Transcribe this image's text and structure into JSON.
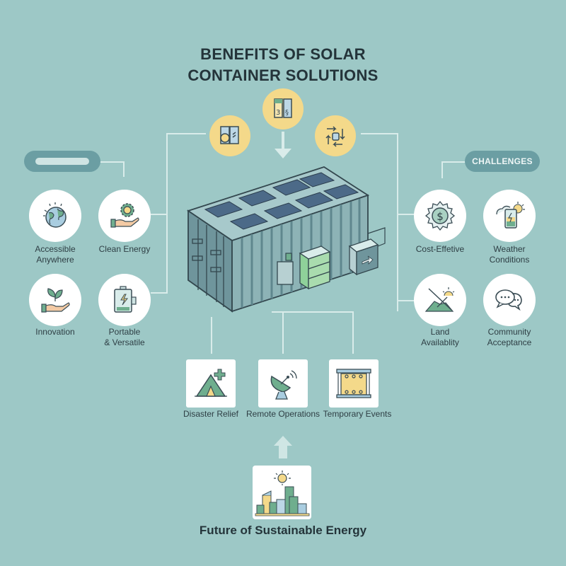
{
  "title": {
    "line1": "BENEFITS OF SOLAR",
    "line2": "CONTAINER SOLUTIONS"
  },
  "colors": {
    "background": "#9dc8c6",
    "accent_yellow": "#f4d98a",
    "pill": "#6b9ea3",
    "connector": "#d9ecea",
    "icon_green": "#6fae8e",
    "text": "#2a3a40"
  },
  "top_icons": [
    {
      "name": "battery-storage-icon"
    },
    {
      "name": "battery-modules-icon"
    },
    {
      "name": "energy-flow-icon"
    }
  ],
  "benefits": {
    "pill_label": "",
    "items": [
      {
        "label": "Accessible\nAnywhere",
        "line1": "Accessible",
        "line2": "Anywhere",
        "icon": "globe-icon"
      },
      {
        "label": "Clean Energy",
        "line1": "Clean Energy",
        "line2": "",
        "icon": "gear-hand-icon"
      },
      {
        "label": "Innovation",
        "line1": "Innovation",
        "line2": "",
        "icon": "plant-hand-icon"
      },
      {
        "label": "Portable & Versatile",
        "line1": "Portable",
        "line2": "& Versatile",
        "icon": "battery-icon"
      }
    ]
  },
  "challenges": {
    "pill_label": "CHALLENGES",
    "items": [
      {
        "line1": "Cost-Effetive",
        "line2": "",
        "icon": "dollar-sun-icon"
      },
      {
        "line1": "Weather",
        "line2": "Conditions",
        "icon": "weather-battery-icon"
      },
      {
        "line1": "Land",
        "line2": "Availablity",
        "icon": "land-icon"
      },
      {
        "line1": "Community",
        "line2": "Acceptance",
        "icon": "chat-bubbles-icon"
      }
    ]
  },
  "applications": [
    {
      "label": "Disaster Relief",
      "icon": "tent-icon"
    },
    {
      "label": "Remote Operations",
      "icon": "satellite-dish-icon"
    },
    {
      "label": "Temporary Events",
      "icon": "stage-icon"
    }
  ],
  "future": {
    "label": "Future of Sustainable Energy",
    "icon": "sustainable-city-icon"
  }
}
